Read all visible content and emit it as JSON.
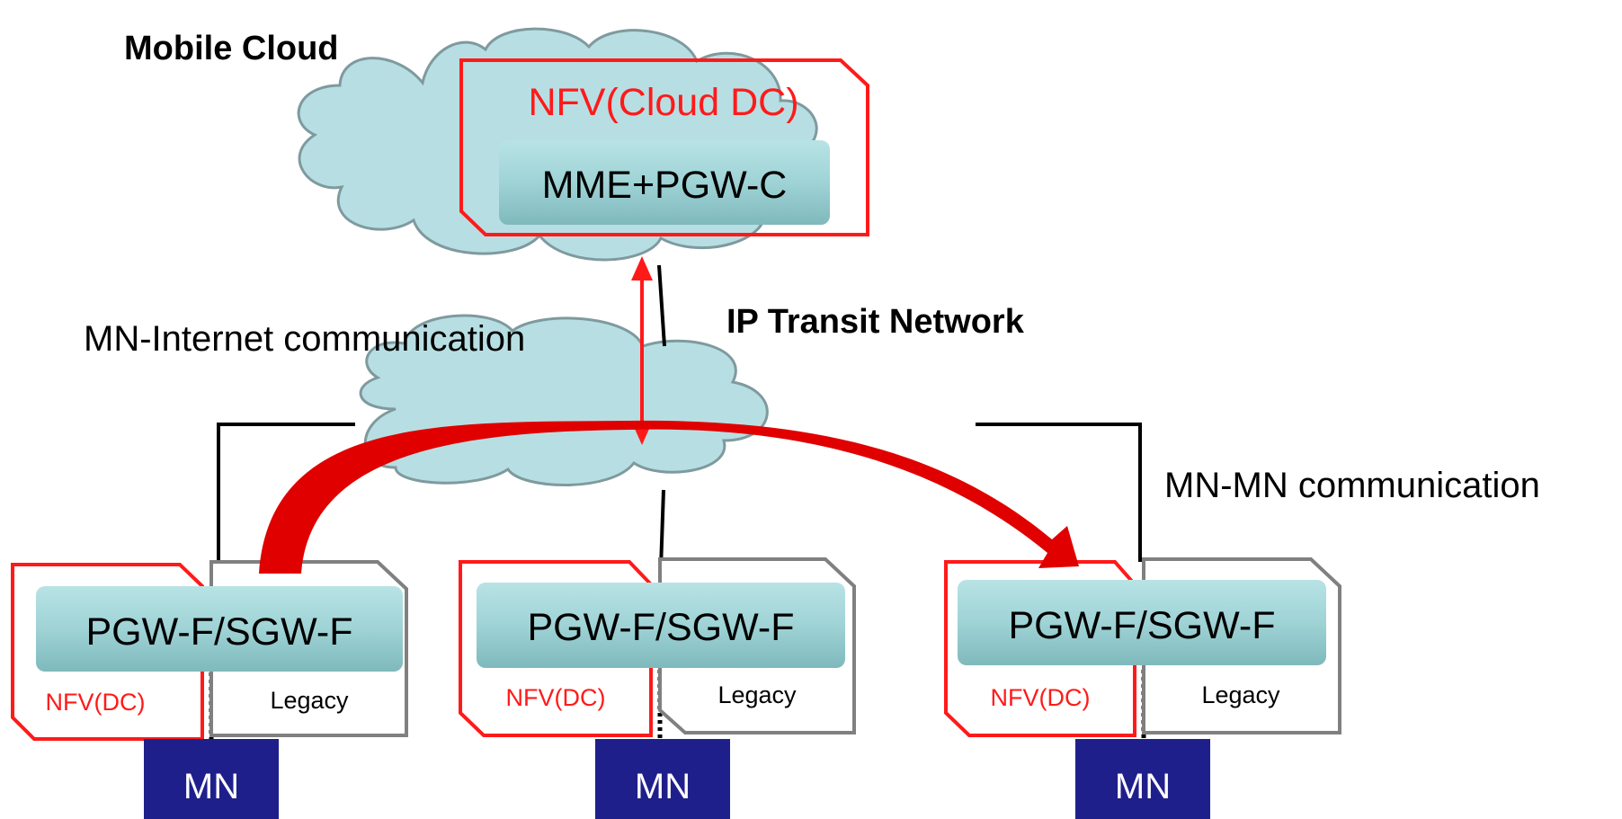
{
  "labels": {
    "mobile_cloud": "Mobile Cloud",
    "nfv_cloud_dc": "NFV(Cloud DC)",
    "mme_pgw_c": "MME+PGW-C",
    "ip_transit_network": "IP Transit Network",
    "mn_internet_comm": "MN-Internet communication",
    "mn_mn_comm": "MN-MN communication"
  },
  "sites": [
    {
      "gateway": "PGW-F/SGW-F",
      "nfv": "NFV(DC)",
      "legacy": "Legacy",
      "mn": "MN"
    },
    {
      "gateway": "PGW-F/SGW-F",
      "nfv": "NFV(DC)",
      "legacy": "Legacy",
      "mn": "MN"
    },
    {
      "gateway": "PGW-F/SGW-F",
      "nfv": "NFV(DC)",
      "legacy": "Legacy",
      "mn": "MN"
    }
  ],
  "colors": {
    "cloud_fill": "#b7dfe3",
    "cloud_stroke": "#7f9a9e",
    "nfv_border": "#ff0000",
    "legacy_border": "#808080",
    "gateway_fill": "#9fd3d6",
    "mn_fill": "#1f1f8c",
    "arrow": "#e00000",
    "link": "#000000"
  }
}
